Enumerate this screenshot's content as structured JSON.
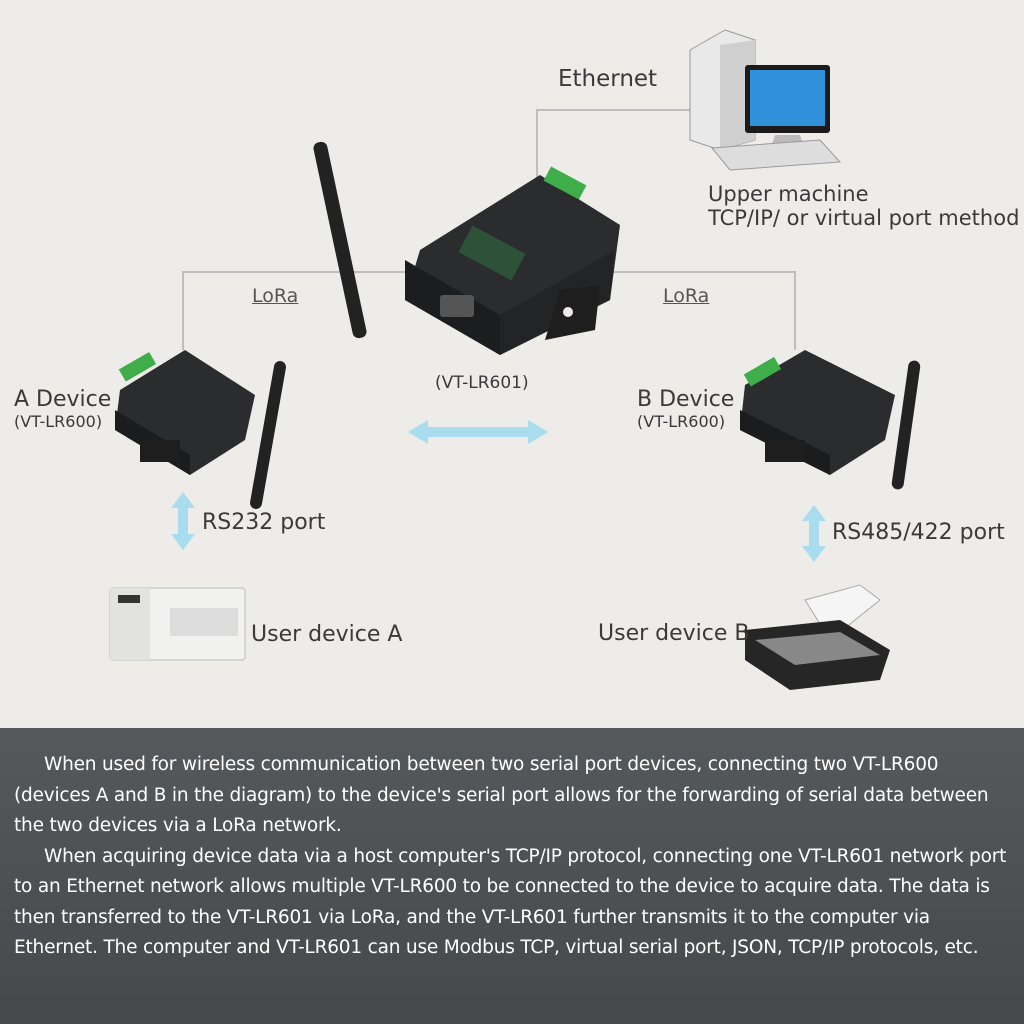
{
  "diagram": {
    "ethernet_label": "Ethernet",
    "upper_machine": {
      "title": "Upper machine",
      "subtitle": "TCP/IP/ or virtual port method"
    },
    "lora_left": "LoRa",
    "lora_right": "LoRa",
    "gateway_model": "(VT-LR601)",
    "device_a": {
      "name": "A Device",
      "model": "(VT-LR600)",
      "port": "RS232 port",
      "user_device": "User device A"
    },
    "device_b": {
      "name": "B Device",
      "model": "(VT-LR600)",
      "port": "RS485/422 port",
      "user_device": "User device B"
    }
  },
  "description": {
    "paragraphs": [
      "When used for wireless communication between two serial port devices, connecting two VT-LR600 (devices A and B in the diagram) to the device's serial port allows for the forwarding of serial data between the two devices via a LoRa network.",
      "When acquiring device data via a host computer's TCP/IP protocol, connecting one VT-LR601 network port to an Ethernet network allows multiple VT-LR600 to be connected to the device to acquire data. The data is then transferred to the VT-LR601 via LoRa, and the VT-LR601 further transmits it to the computer via Ethernet. The computer and VT-LR601 can use Modbus TCP, virtual serial port, JSON, TCP/IP protocols, etc."
    ]
  },
  "colors": {
    "arrow": "#a9dcef",
    "line": "#b9b9b9",
    "panel": "#4e5254",
    "device": "#2b2d2e",
    "terminal": "#3fae4a"
  }
}
